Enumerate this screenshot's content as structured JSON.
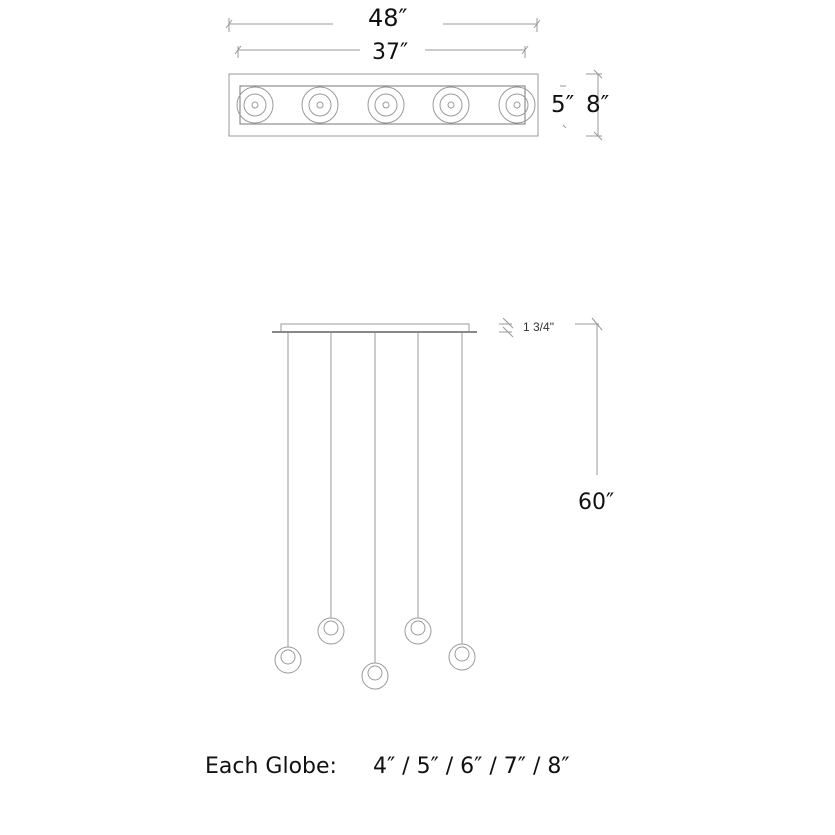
{
  "top_view": {
    "overall_width": "48″",
    "canopy_width": "37″",
    "canopy_depth": "5″",
    "overall_depth": "8″",
    "globe_count": 5
  },
  "side_view": {
    "canopy_height": "1 3/4\"",
    "max_drop": "60″",
    "pendant_count": 5
  },
  "footer": {
    "label": "Each Globe:",
    "sizes": "4″ / 5″ / 6″ / 7″ / 8″"
  },
  "colors": {
    "line": "#999999",
    "text": "#111111"
  }
}
